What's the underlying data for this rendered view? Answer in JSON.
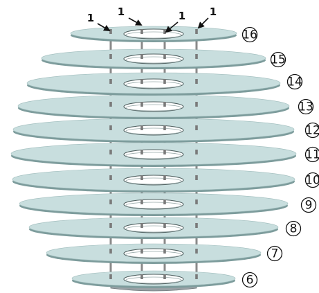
{
  "figure": {
    "pointer_label": "1",
    "plate_labels": [
      "16",
      "15",
      "14",
      "13",
      "12",
      "11",
      "10",
      "9",
      "8",
      "7",
      "6"
    ],
    "colors": {
      "plate_face": "#c8dede",
      "plate_edge": "#7d9c9c",
      "plate_rim": "#eef6f6",
      "rod": "#8a8a8a",
      "base": "#9aa2a6"
    }
  }
}
